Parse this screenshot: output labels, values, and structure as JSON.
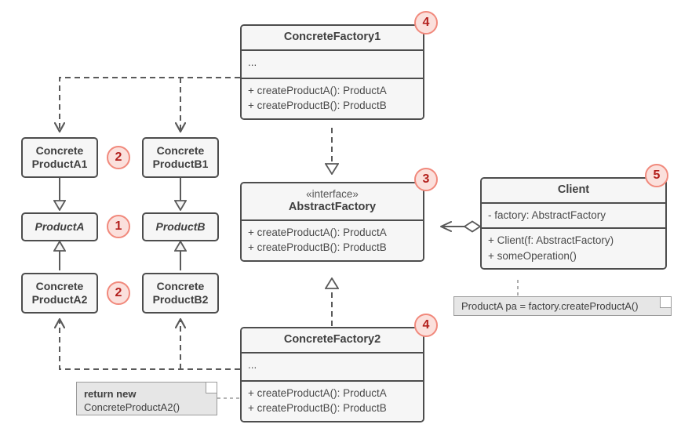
{
  "diagram": {
    "title": "Abstract Factory UML class diagram",
    "colors": {
      "box_fill": "#f6f6f6",
      "box_border": "#4d4d4d",
      "note_fill": "#e6e6e6",
      "note_border": "#9b9b9b",
      "badge_fill": "#fbe0dc",
      "badge_ring": "#f1897c",
      "badge_text": "#b3201d",
      "edge": "#5a5a5a",
      "background": "#ffffff"
    },
    "classes": {
      "concrete_factory1": {
        "name": "ConcreteFactory1",
        "attributes": [
          "..."
        ],
        "operations": [
          "+ createProductA(): ProductA",
          "+ createProductB(): ProductB"
        ]
      },
      "abstract_factory": {
        "stereotype": "«interface»",
        "name": "AbstractFactory",
        "operations": [
          "+ createProductA(): ProductA",
          "+ createProductB(): ProductB"
        ]
      },
      "concrete_factory2": {
        "name": "ConcreteFactory2",
        "attributes": [
          "..."
        ],
        "operations": [
          "+ createProductA(): ProductA",
          "+ createProductB(): ProductB"
        ]
      },
      "client": {
        "name": "Client",
        "attributes": [
          "- factory: AbstractFactory"
        ],
        "operations": [
          "+ Client(f: AbstractFactory)",
          "+ someOperation()"
        ]
      },
      "concrete_product_a1": {
        "line1": "Concrete",
        "line2": "ProductA1"
      },
      "concrete_product_b1": {
        "line1": "Concrete",
        "line2": "ProductB1"
      },
      "product_a": {
        "line1": "ProductA",
        "line2": ""
      },
      "product_b": {
        "line1": "ProductB",
        "line2": ""
      },
      "concrete_product_a2": {
        "line1": "Concrete",
        "line2": "ProductA2"
      },
      "concrete_product_b2": {
        "line1": "Concrete",
        "line2": "ProductB2"
      }
    },
    "notes": {
      "return_new": {
        "bold": "return new",
        "rest": "ConcreteProductA2()"
      },
      "client_call": {
        "text": "ProductA pa = factory.createProductA()"
      }
    },
    "badges": {
      "product_abstract": "1",
      "product_concrete_top": "2",
      "product_concrete_bottom": "2",
      "abstract_factory": "3",
      "concrete_factory1": "4",
      "concrete_factory2": "4",
      "client": "5"
    }
  }
}
